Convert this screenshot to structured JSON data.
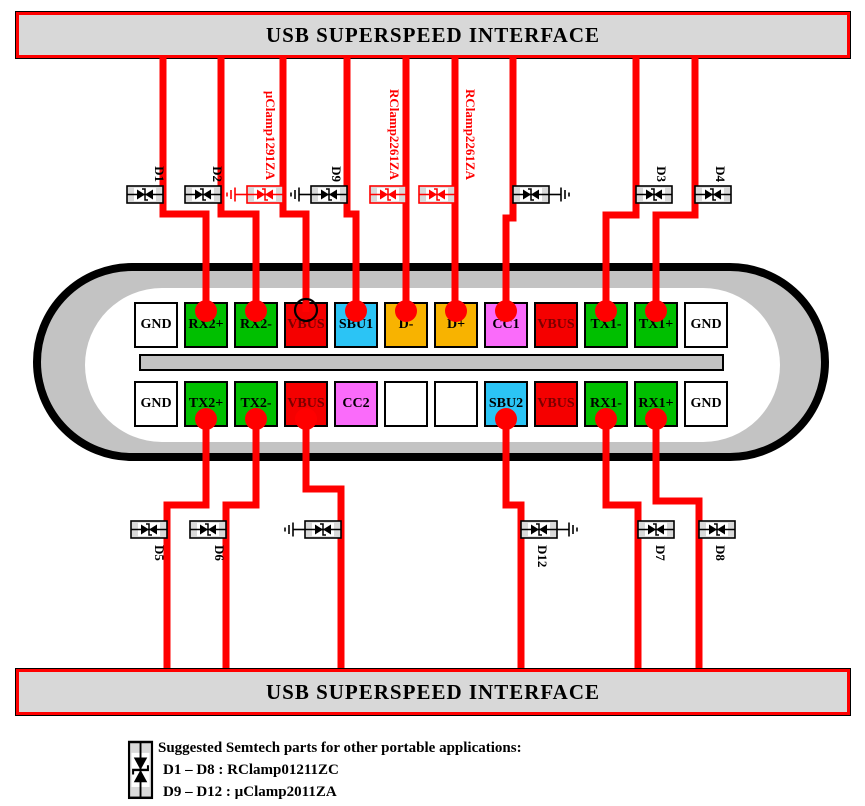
{
  "colors": {
    "wire_red": "#FF0000",
    "clamp_red": "#FF0000",
    "banner_bg": "#D8D8D8",
    "banner_border": "#FF0000",
    "connector_gray": "#C3C3C3",
    "pin_green": "#00BF00",
    "pin_red": "#F50000",
    "pin_cyan": "#2BC4F5",
    "pin_orange": "#F8B300",
    "pin_magenta": "#FA6BFA",
    "pin_white": "#FFFFFF",
    "vbus_text": "#7A0000"
  },
  "banners": {
    "top": "USB SUPERSPEED INTERFACE",
    "bottom": "USB SUPERSPEED INTERFACE"
  },
  "pins": {
    "top": [
      {
        "label": "GND",
        "color": "#FFFFFF"
      },
      {
        "label": "RX2+",
        "color": "#00BF00"
      },
      {
        "label": "RX2-",
        "color": "#00BF00"
      },
      {
        "label": "VBUS",
        "color": "#F50000",
        "text_color": "#7A0000"
      },
      {
        "label": "SBU1",
        "color": "#2BC4F5"
      },
      {
        "label": "D-",
        "color": "#F8B300"
      },
      {
        "label": "D+",
        "color": "#F8B300"
      },
      {
        "label": "CC1",
        "color": "#FA6BFA"
      },
      {
        "label": "VBUS",
        "color": "#F50000",
        "text_color": "#7A0000"
      },
      {
        "label": "TX1-",
        "color": "#00BF00"
      },
      {
        "label": "TX1+",
        "color": "#00BF00"
      },
      {
        "label": "GND",
        "color": "#FFFFFF"
      }
    ],
    "bottom": [
      {
        "label": "GND",
        "color": "#FFFFFF"
      },
      {
        "label": "TX2+",
        "color": "#00BF00"
      },
      {
        "label": "TX2-",
        "color": "#00BF00"
      },
      {
        "label": "VBUS",
        "color": "#F50000",
        "text_color": "#7A0000"
      },
      {
        "label": "CC2",
        "color": "#FA6BFA"
      },
      {
        "label": "",
        "color": "#FFFFFF"
      },
      {
        "label": "",
        "color": "#FFFFFF"
      },
      {
        "label": "SBU2",
        "color": "#2BC4F5"
      },
      {
        "label": "VBUS",
        "color": "#F50000",
        "text_color": "#7A0000"
      },
      {
        "label": "RX1-",
        "color": "#00BF00"
      },
      {
        "label": "RX1+",
        "color": "#00BF00"
      },
      {
        "label": "GND",
        "color": "#FFFFFF"
      }
    ]
  },
  "diodes": {
    "top": [
      {
        "label": "D1"
      },
      {
        "label": "D2"
      },
      {
        "label": "µClamp1291ZA"
      },
      {
        "label": "D9"
      },
      {
        "label": "RClamp2261ZA"
      },
      {
        "label": "RClamp2261ZA"
      },
      {
        "label": ""
      },
      {
        "label": "D3"
      },
      {
        "label": "D4"
      }
    ],
    "bottom": [
      {
        "label": "D5"
      },
      {
        "label": "D6"
      },
      {
        "label": ""
      },
      {
        "label": "D12"
      },
      {
        "label": "D7"
      },
      {
        "label": "D8"
      }
    ]
  },
  "legend": {
    "title": "Suggested Semtech parts for other portable applications:",
    "items": [
      "D1 – D8 : RClamp01211ZC",
      "D9 – D12 : µClamp2011ZA"
    ]
  }
}
